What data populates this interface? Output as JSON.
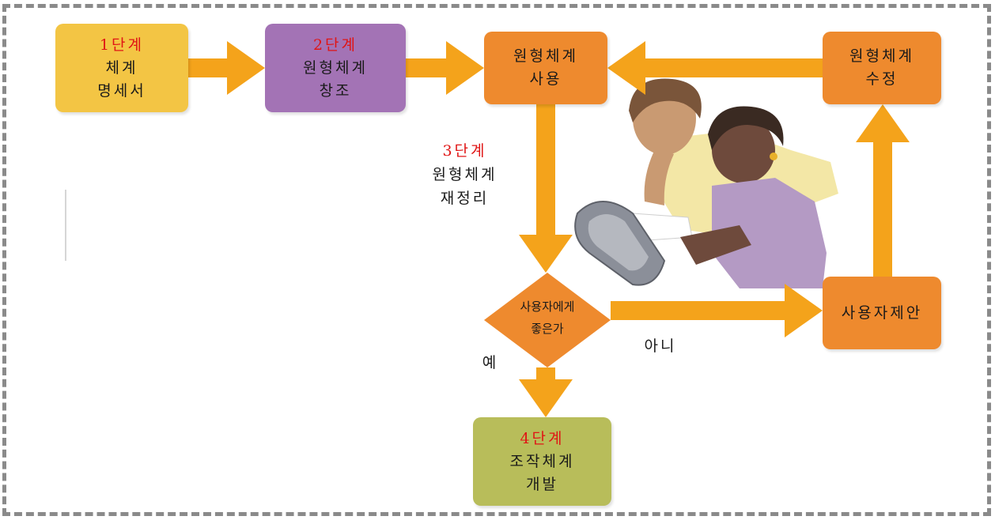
{
  "colors": {
    "arrow": "#f4a31b",
    "yellow_box": "#f3c544",
    "purple_box": "#a373b5",
    "orange_box": "#ee8a2e",
    "green_box": "#b8bd5a",
    "stage_red": "#e01515"
  },
  "nodes": {
    "step1": {
      "stage": "1단계",
      "line1": "체계",
      "line2": "명세서"
    },
    "step2": {
      "stage": "2단계",
      "line1": "원형체계",
      "line2": "창조"
    },
    "use": {
      "line1": "원형체계",
      "line2": "사용"
    },
    "modify": {
      "line1": "원형체계",
      "line2": "수정"
    },
    "step3": {
      "stage": "3단계",
      "line1": "원형체계",
      "line2": "재정리"
    },
    "decision": {
      "line1": "사용자에게",
      "line2": "좋은가"
    },
    "proposal": {
      "label": "사용자제안"
    },
    "step4": {
      "stage": "4단계",
      "line1": "조작체계",
      "line2": "개발"
    }
  },
  "edges": {
    "yes_label": "예",
    "no_label": "아니"
  },
  "illustration": "two-people-at-computer"
}
